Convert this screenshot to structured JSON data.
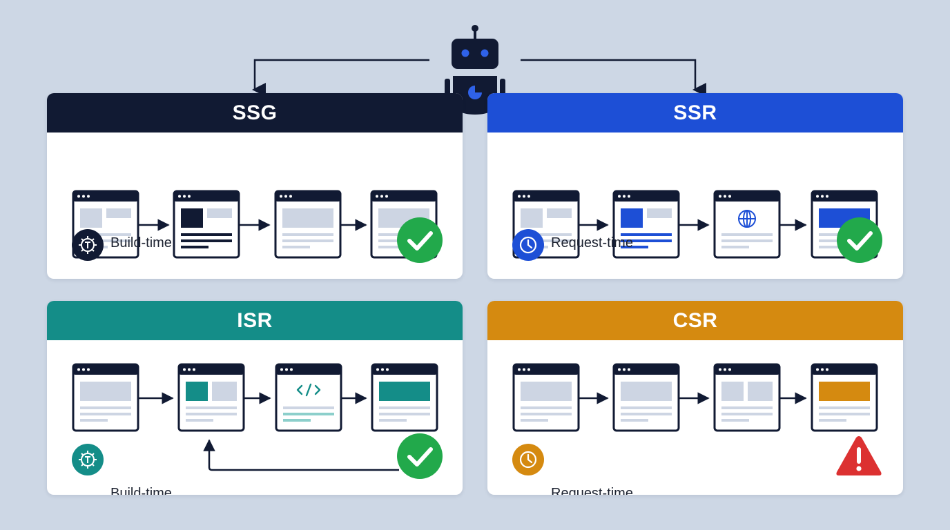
{
  "colors": {
    "background": "#cdd7e5",
    "navy": "#111a33",
    "blue": "#1d4fd6",
    "teal": "#148d88",
    "amber": "#d58a10",
    "success": "#22a94b",
    "danger": "#dc3131",
    "placeholder": "#cdd5e3"
  },
  "icons": {
    "robot": "robot-icon",
    "build_time": "gear-icon",
    "request_time": "clock-icon",
    "success": "check-circle-icon",
    "warning": "warning-triangle-icon",
    "globe": "globe-icon",
    "code": "code-icon"
  },
  "cards": {
    "ssg": {
      "title": "SSG",
      "label": "Build-time",
      "status": "success"
    },
    "ssr": {
      "title": "SSR",
      "label": "Request-time",
      "status": "success"
    },
    "isr": {
      "title": "ISR",
      "label": "Build-time",
      "status": "success"
    },
    "csr": {
      "title": "CSR",
      "label": "Request-time",
      "status": "warning"
    }
  }
}
